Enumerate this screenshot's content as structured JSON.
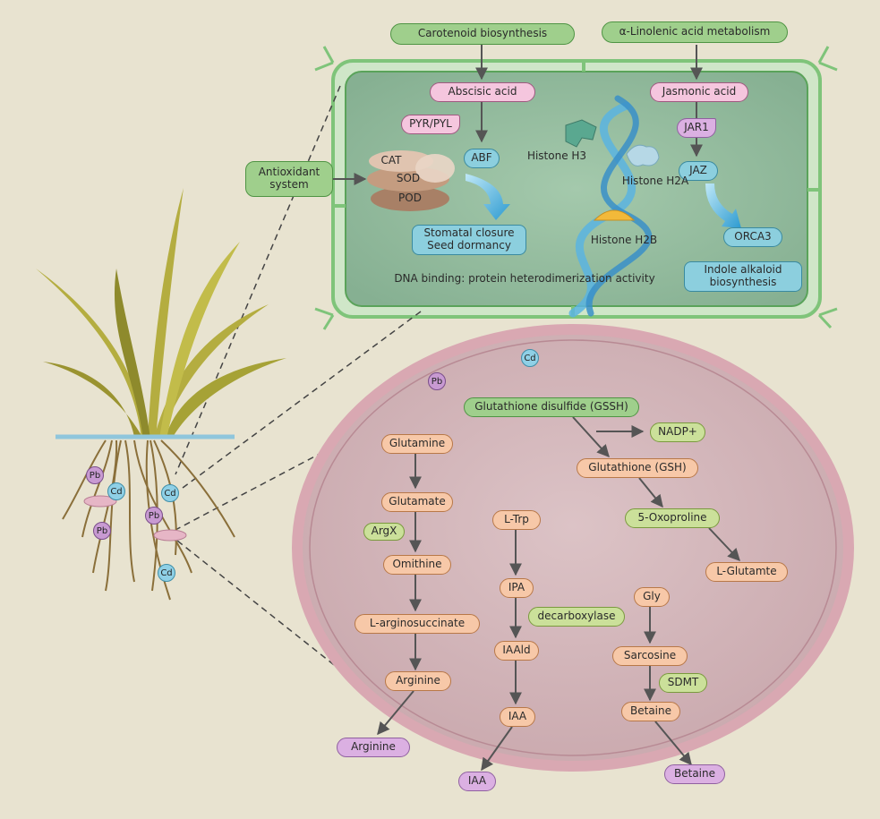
{
  "cell": {
    "inputs": {
      "carotenoid": "Carotenoid biosynthesis",
      "linolenic": "α-Linolenic acid metabolism",
      "antioxidant": "Antioxidant system"
    },
    "hormones": {
      "abscisic_acid": "Abscisic acid",
      "pyr_pyl": "PYR/PYL",
      "abf": "ABF",
      "stomatal": "Stomatal closure Seed dormancy",
      "jasmonic_acid": "Jasmonic acid",
      "jar1": "JAR1",
      "jaz": "JAZ",
      "orca3": "ORCA3",
      "indole": "Indole alkaloid biosynthesis"
    },
    "enzymes": {
      "cat": "CAT",
      "sod": "SOD",
      "pod": "POD"
    },
    "histones": {
      "h3": "Histone H3",
      "h2a": "Histone H2A",
      "h2b": "Histone H2B"
    },
    "dna_caption": "DNA binding: protein heterodimerization activity"
  },
  "root_cell": {
    "gssh": "Glutathione disulfide (GSSH)",
    "nadp": "NADP+",
    "gsh": "Glutathione (GSH)",
    "oxoproline": "5-Oxoproline",
    "l_glutamte": "L-Glutamte",
    "glutamine": "Glutamine",
    "glutamate": "Glutamate",
    "argx": "ArgX",
    "omithine": "Omithine",
    "arginosuccinate": "L-arginosuccinate",
    "arginine": "Arginine",
    "arginine_out": "Arginine",
    "l_trp": "L-Trp",
    "ipa": "IPA",
    "decarboxylase": "decarboxylase",
    "iaald": "IAAld",
    "iaa": "IAA",
    "iaa_out": "IAA",
    "gly": "Gly",
    "sarcosine": "Sarcosine",
    "sdmt": "SDMT",
    "betaine": "Betaine",
    "betaine_out": "Betaine"
  },
  "ions": {
    "cd": "Cd",
    "pb": "Pb"
  },
  "colors": {
    "background": "#e8e3d0",
    "cell_fill": "#8fb89a",
    "cell_wall": "#7fc47a",
    "oval_fill": "#d6b8bc",
    "oval_border": "#d9a8b2",
    "green_label": "#9fcf8c",
    "pink_label": "#f5c6de",
    "blue_label": "#8ccfde",
    "orange_label": "#f7c8a8",
    "light_green_label": "#cbe09a",
    "lilac_label": "#dbb0e2"
  }
}
